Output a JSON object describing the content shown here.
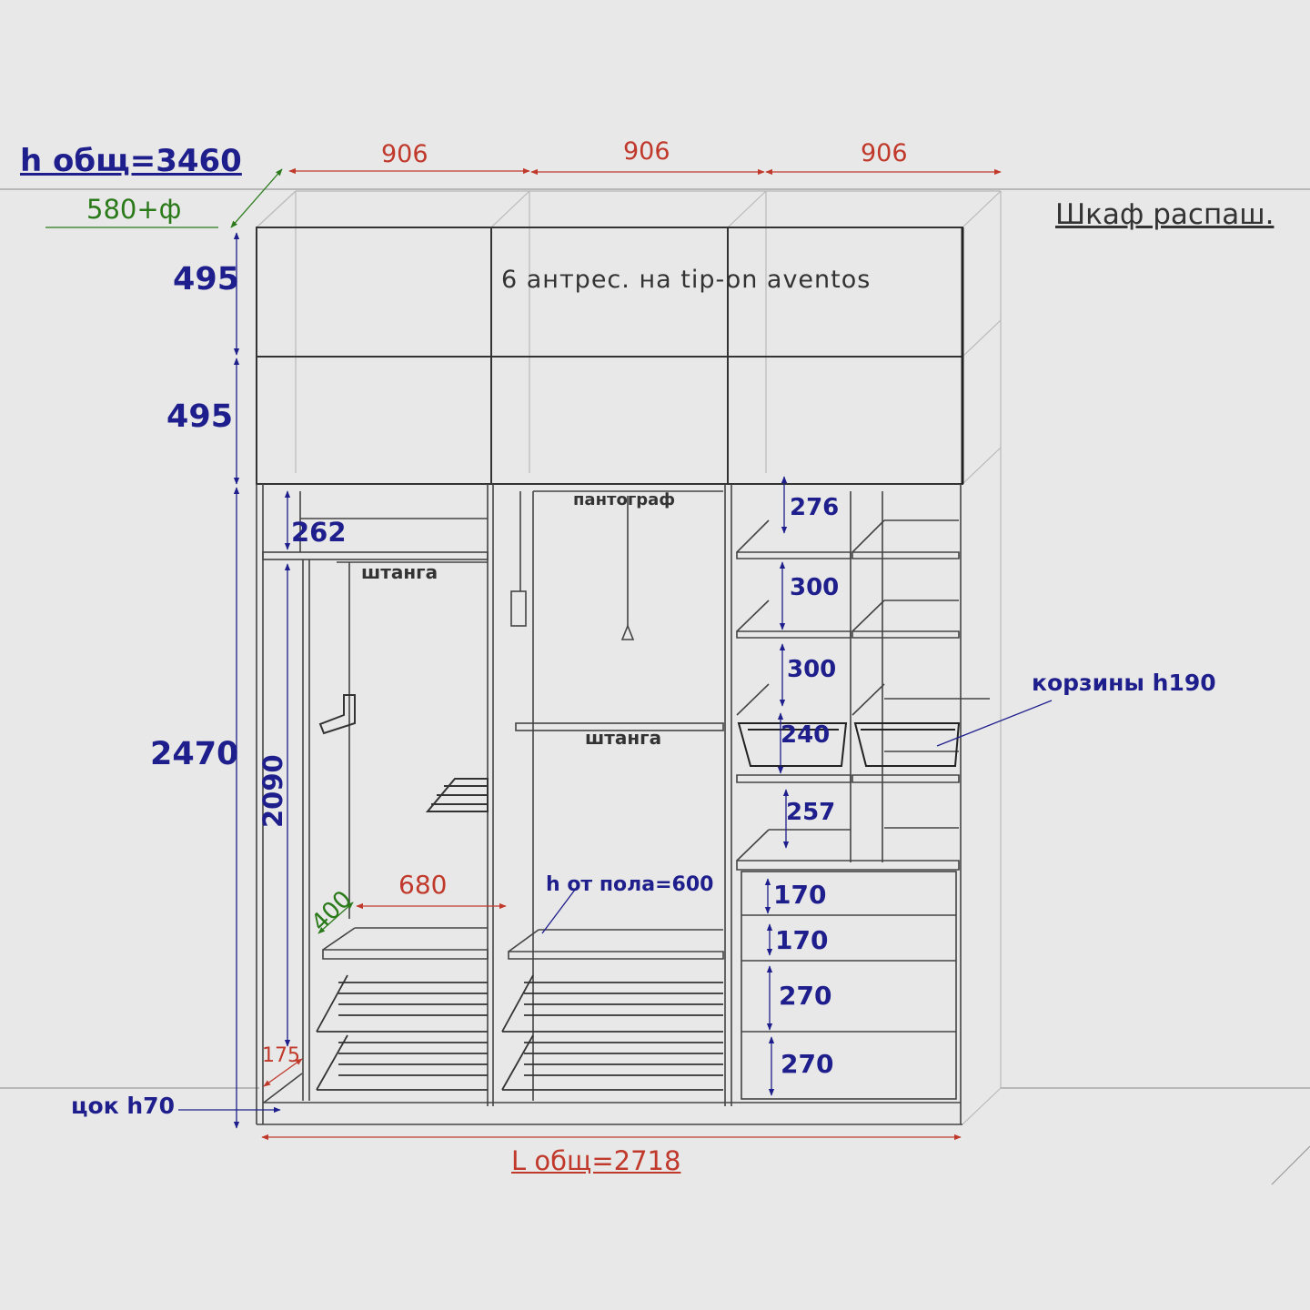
{
  "colors": {
    "red": "#c0392b",
    "blue": "#1e1e8c",
    "green": "#2a7a1a",
    "line": "#333333",
    "ghost": "#b9b9b9"
  },
  "header": {
    "total_height": "h общ=3460",
    "depth": "580+ф",
    "cabinet_type": "Шкаф распаш."
  },
  "widths": {
    "col1": "906",
    "col2": "906",
    "col3": "906",
    "total": "L общ=2718"
  },
  "heights": {
    "mezz_top": "495",
    "mezz_bottom": "495",
    "main": "2470",
    "left_section": "2090",
    "top_shelf": "262",
    "plinth": "цок h70"
  },
  "notes": {
    "mezzanine": "6 антрес. на tip-on aventos",
    "pantograph": "пантограф",
    "rod_left": "штанга",
    "rod_center": "штанга",
    "shelf_height": "h от пола=600",
    "baskets": "корзины h190"
  },
  "left_column": {
    "shelf_depth": "400",
    "shelf_width": "680",
    "bottom_gap": "175"
  },
  "right_column": {
    "shelves": [
      "276",
      "300",
      "300",
      "240",
      "257"
    ],
    "drawers": [
      "170",
      "170",
      "270",
      "270"
    ]
  }
}
